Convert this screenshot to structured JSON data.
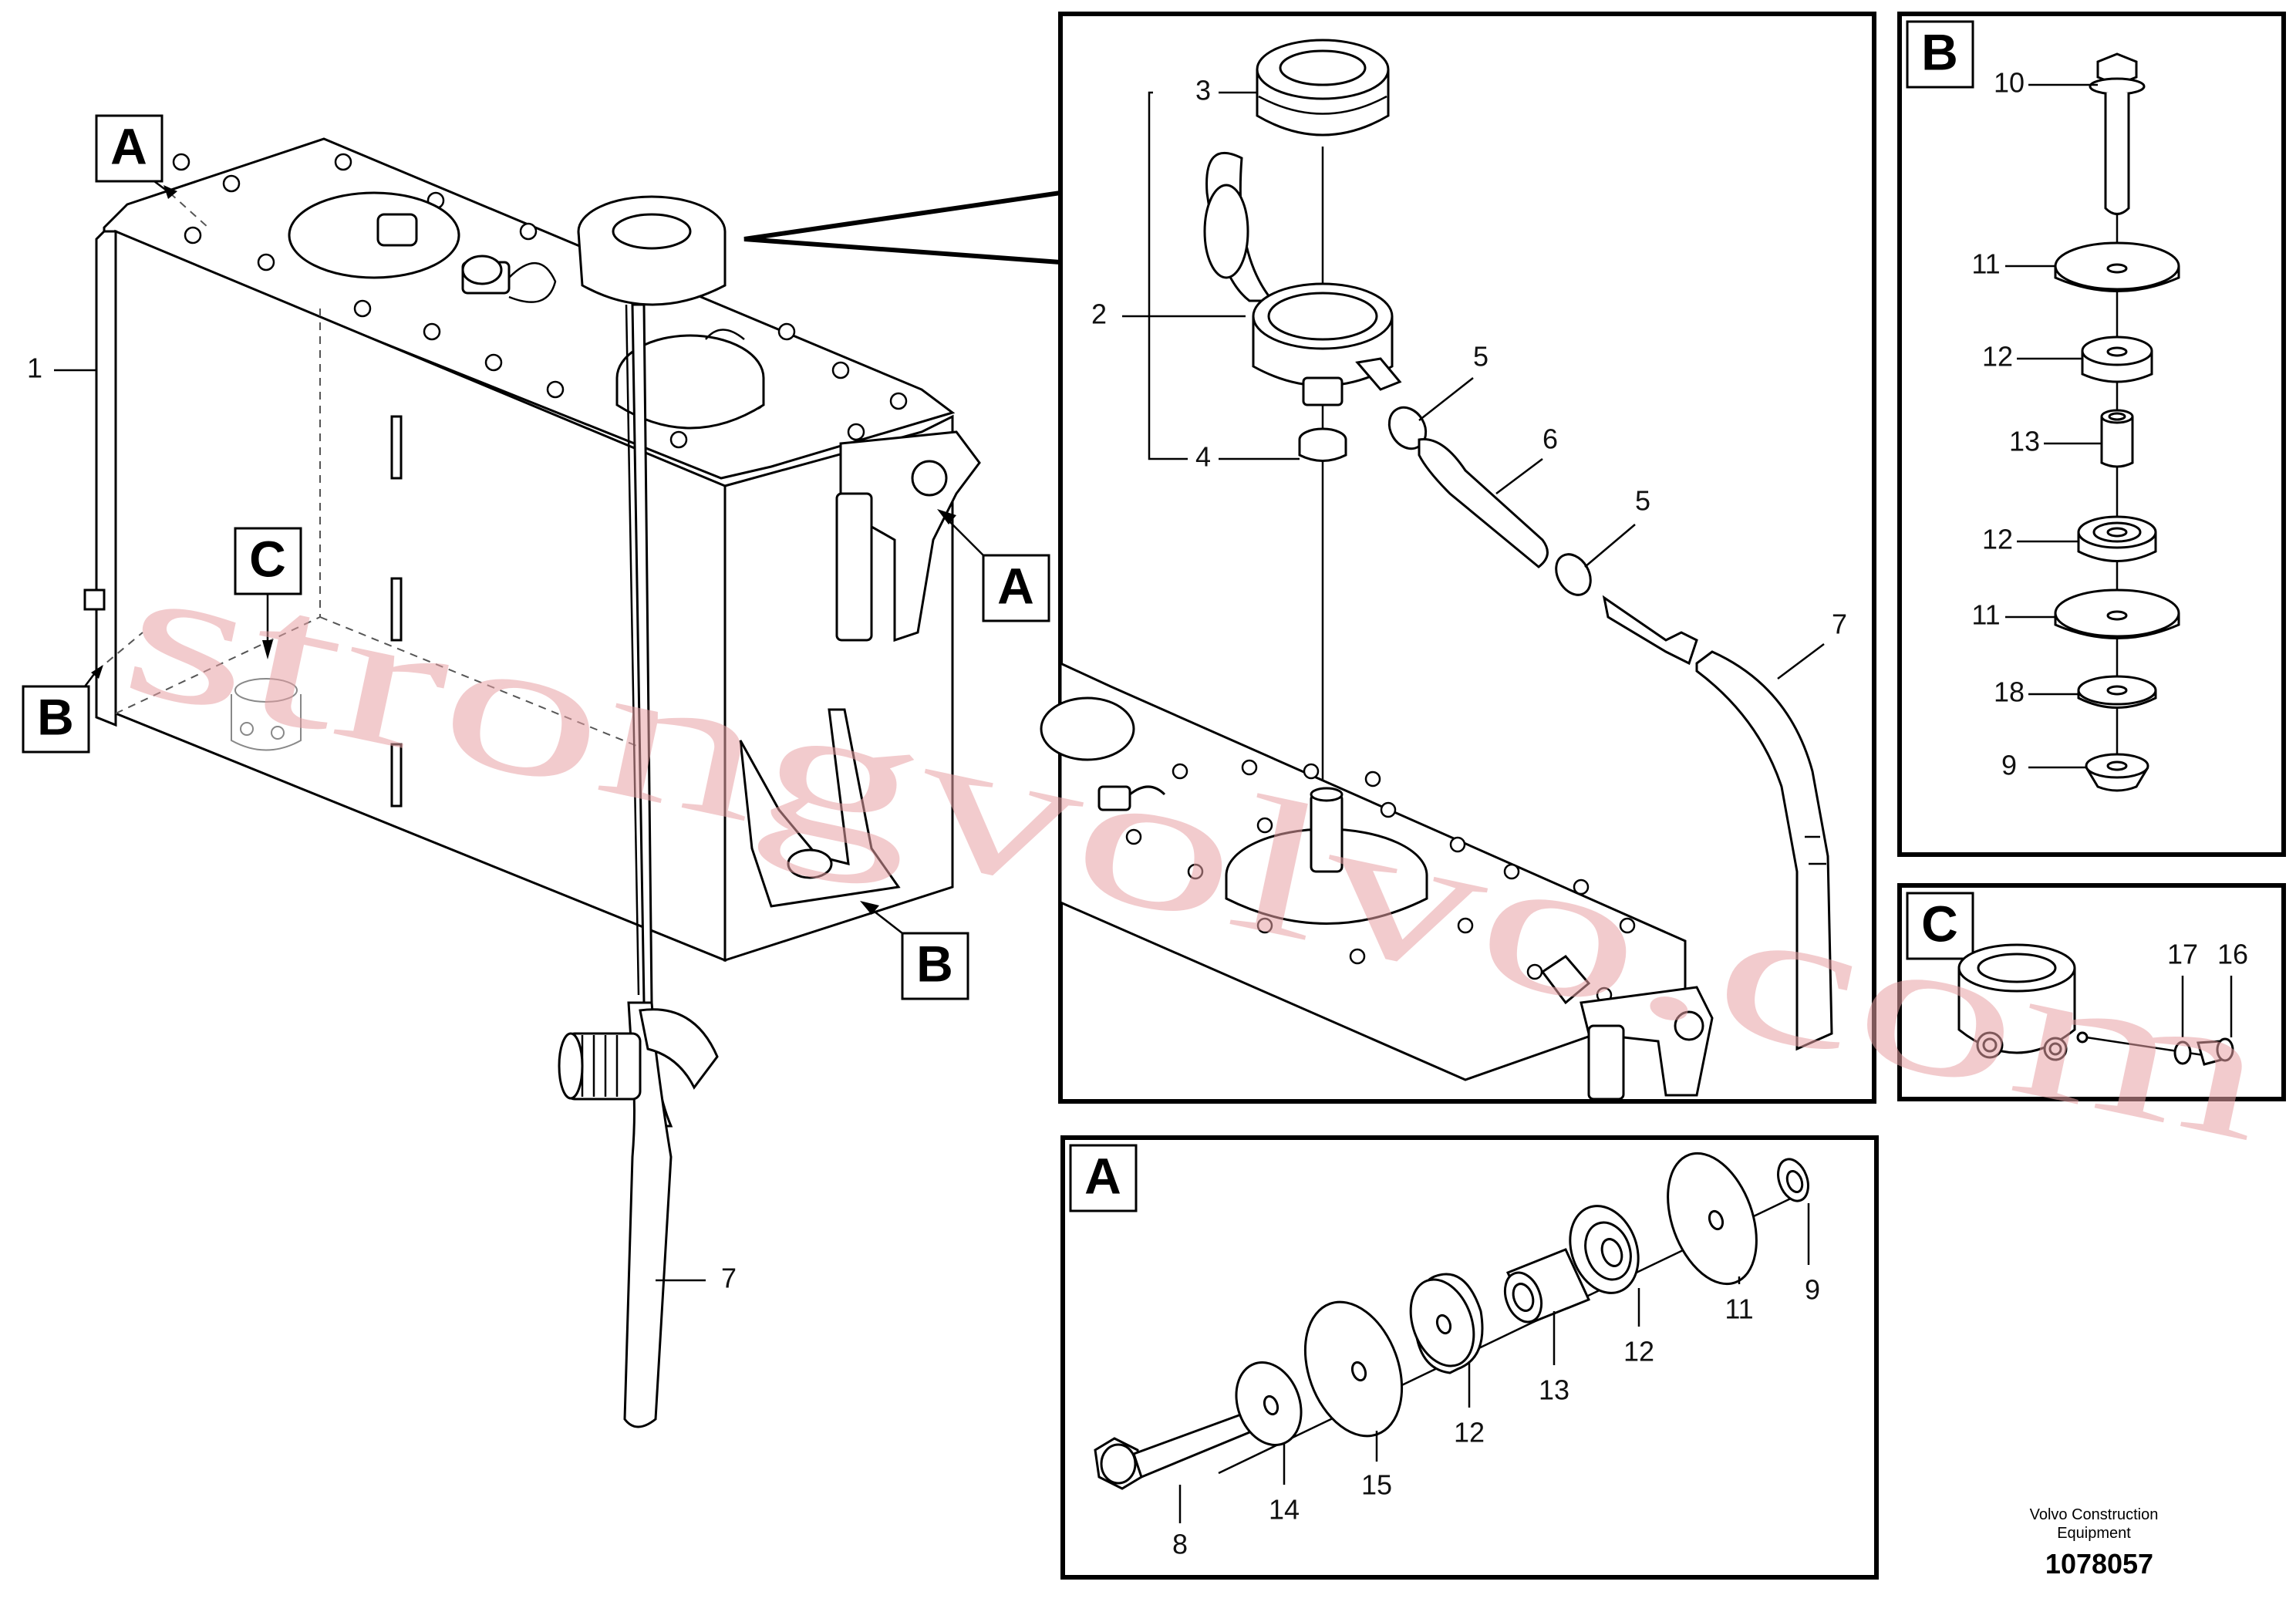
{
  "watermark": "strongvolvo.com",
  "footer": {
    "company_line1": "Volvo Construction",
    "company_line2": "Equipment",
    "drawing_number": "1078057"
  },
  "view_tags": {
    "a": "A",
    "b": "B",
    "c": "C"
  },
  "main_view": {
    "labels": {
      "tank": "1",
      "pipe": "7"
    }
  },
  "filler_detail": {
    "labels": {
      "filler_neck": "2",
      "cap": "3",
      "clamp": "4",
      "hose_clamp_upper": "5",
      "hose_clamp_lower": "5",
      "hose": "6",
      "pipe": "7"
    }
  },
  "detail_a": {
    "labels": {
      "screw": "8",
      "spacer_nut": "9",
      "washer_outer": "11",
      "bushing_outer": "12",
      "sleeve": "13",
      "bushing_inner": "12",
      "washer_inner": "14",
      "plate_washer": "15"
    }
  },
  "detail_b": {
    "labels": {
      "screw": "10",
      "washer_top": "11",
      "bushing_top": "12",
      "sleeve": "13",
      "bushing_bottom": "12",
      "washer_bottom": "11",
      "spacer": "18",
      "nut": "9"
    }
  },
  "detail_c": {
    "labels": {
      "seal": "17",
      "plug": "16"
    }
  }
}
